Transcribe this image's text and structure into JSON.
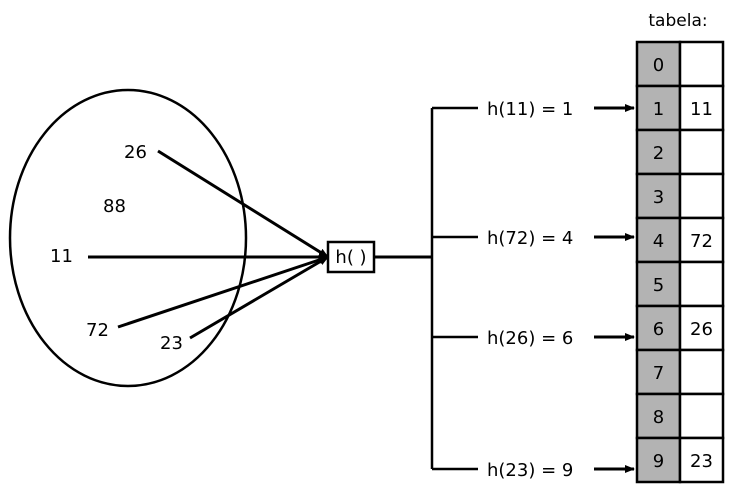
{
  "table": {
    "title": "tabela:",
    "index_fill": "#b3b3b3",
    "slots": [
      {
        "index": "0",
        "value": ""
      },
      {
        "index": "1",
        "value": "11"
      },
      {
        "index": "2",
        "value": ""
      },
      {
        "index": "3",
        "value": ""
      },
      {
        "index": "4",
        "value": "72"
      },
      {
        "index": "5",
        "value": ""
      },
      {
        "index": "6",
        "value": "26"
      },
      {
        "index": "7",
        "value": ""
      },
      {
        "index": "8",
        "value": ""
      },
      {
        "index": "9",
        "value": "23"
      }
    ]
  },
  "hash_function": {
    "label": "h( )"
  },
  "keys": {
    "k26": "26",
    "k88": "88",
    "k11": "11",
    "k72": "72",
    "k23": "23"
  },
  "mappings": [
    {
      "label": "h(11) = 1",
      "slot": 1
    },
    {
      "label": "h(72) = 4",
      "slot": 4
    },
    {
      "label": "h(26) = 6",
      "slot": 6
    },
    {
      "label": "h(23) = 9",
      "slot": 9
    }
  ]
}
